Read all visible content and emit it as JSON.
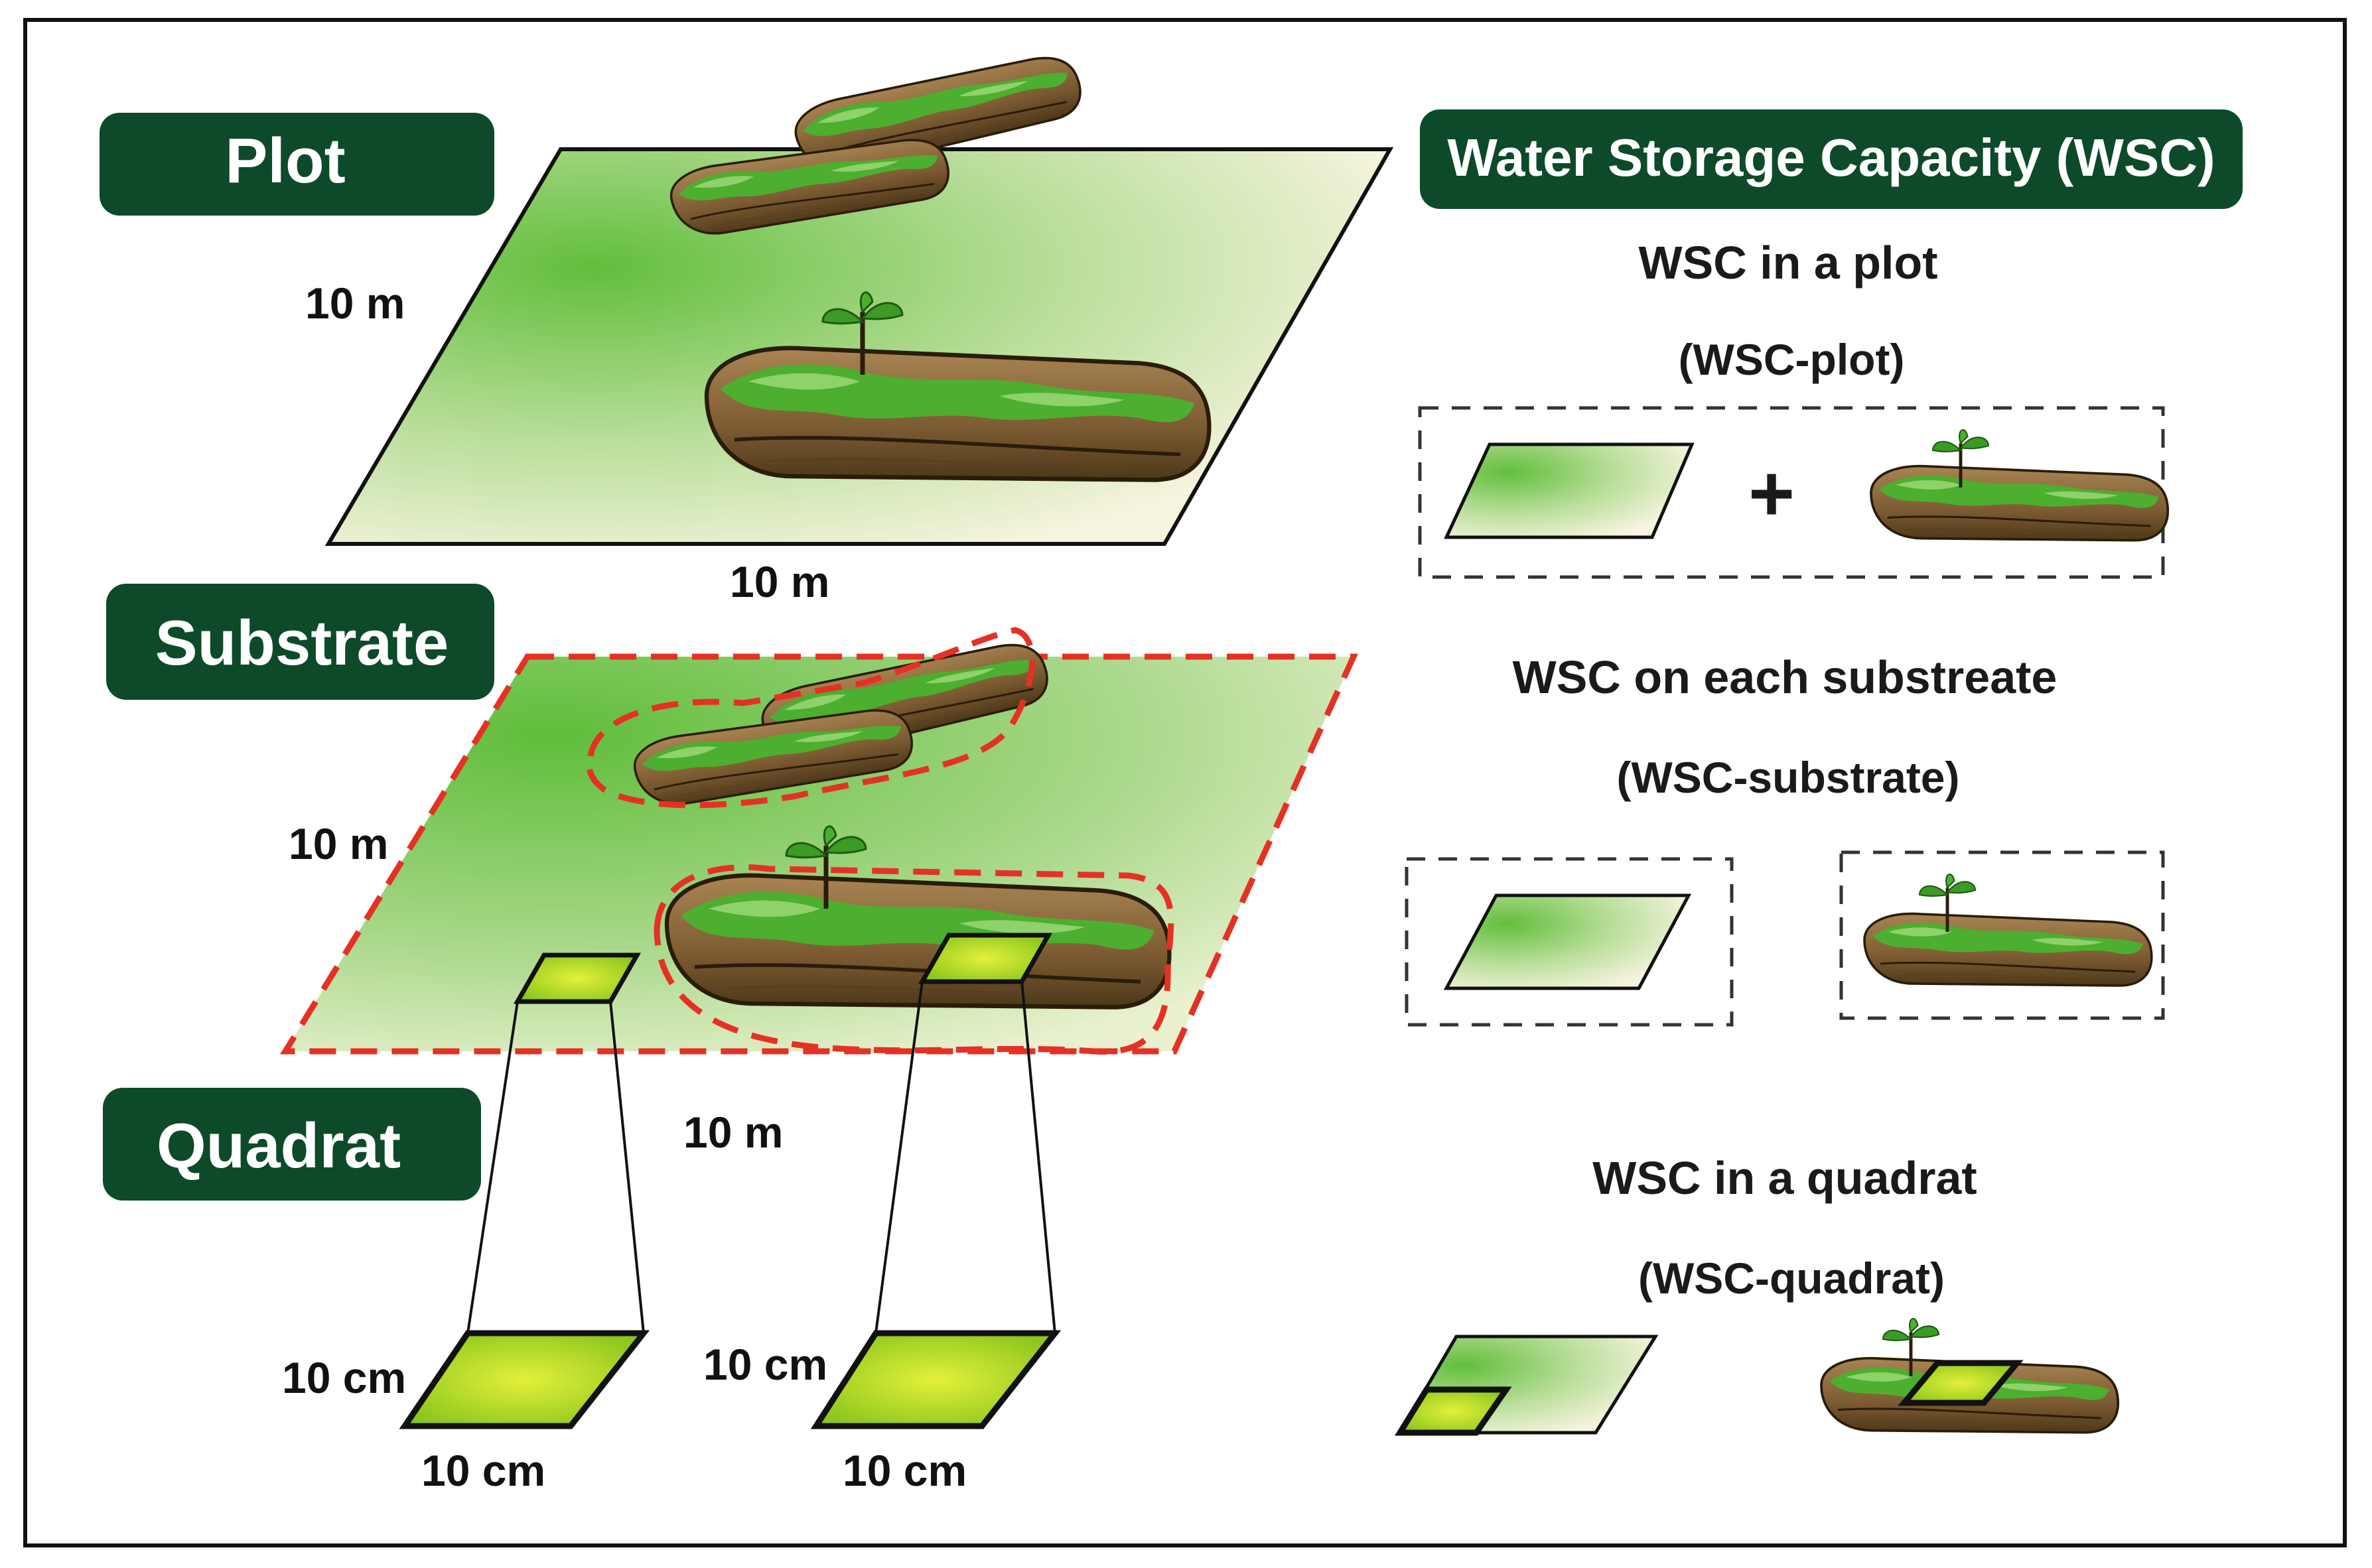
{
  "labels": {
    "plot": "Plot",
    "substrate": "Substrate",
    "quadrat": "Quadrat",
    "wsc_title": "Water Storage Capacity (WSC)"
  },
  "dimensions": {
    "plot_side": "10 m",
    "plot_bottom": "10 m",
    "substrate_side": "10 m",
    "substrate_bottom": "10 m",
    "quadrat1_side": "10 cm",
    "quadrat1_bottom": "10 cm",
    "quadrat2_side": "10 cm",
    "quadrat2_bottom": "10 cm"
  },
  "wsc": {
    "plot_line1": "WSC in a plot",
    "plot_line2": "(WSC-plot)",
    "plus": "+",
    "substrate_line1": "WSC  on each substreate",
    "substrate_line2": "(WSC-substrate)",
    "quadrat_line1": "WSC  in a quadrat",
    "quadrat_line2": "(WSC-quadrat)"
  },
  "colors": {
    "banner": "#0d4a2a",
    "ground_green": "#6cc24a",
    "ground_cream": "#f5f3dc",
    "log_brown": "#8a6a3e",
    "moss_green": "#4caf2f",
    "quadrat_yellow": "#c6e02a",
    "dash_red": "#e53125",
    "dash_gray": "#333333"
  }
}
